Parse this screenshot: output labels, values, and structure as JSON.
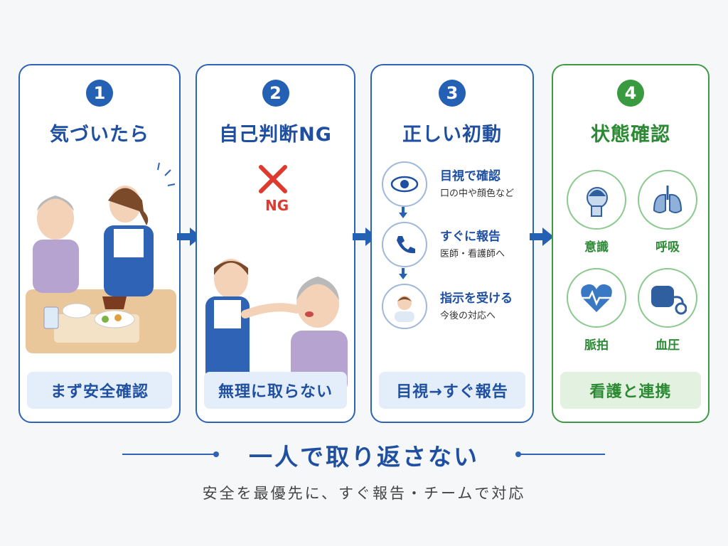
{
  "cards": [
    {
      "number": "1",
      "title": "気づいたら",
      "footer": "まず安全確認"
    },
    {
      "number": "2",
      "title": "自己判断NG",
      "footer": "無理に取らない",
      "ng_label": "NG"
    },
    {
      "number": "3",
      "title": "正しい初動",
      "footer": "目視→すぐ報告",
      "steps": [
        {
          "head": "目視で確認",
          "sub": "口の中や顔色など",
          "icon": "eye-icon"
        },
        {
          "head": "すぐに報告",
          "sub": "医師・看護師へ",
          "icon": "phone-icon"
        },
        {
          "head": "指示を受ける",
          "sub": "今後の対応へ",
          "icon": "nurse-icon"
        }
      ]
    },
    {
      "number": "4",
      "title": "状態確認",
      "footer": "看護と連携",
      "vitals": [
        {
          "label": "意識",
          "icon": "head-icon"
        },
        {
          "label": "呼吸",
          "icon": "lungs-icon"
        },
        {
          "label": "脈拍",
          "icon": "heart-pulse-icon"
        },
        {
          "label": "血圧",
          "icon": "blood-pressure-icon"
        }
      ]
    }
  ],
  "main_title": "一人で取り返さない",
  "subtitle": "安全を最優先に、すぐ報告・チームで対応",
  "colors": {
    "blue": "#2f63b6",
    "green": "#3f9a44"
  }
}
